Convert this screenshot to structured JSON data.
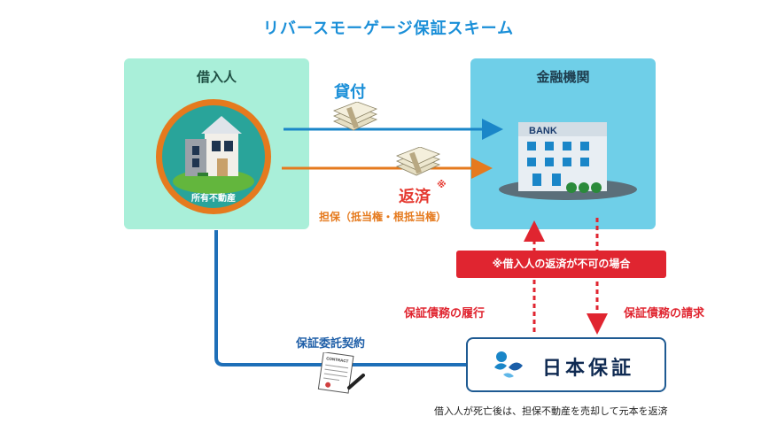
{
  "title": "リバースモーゲージ保証スキーム",
  "borrower": {
    "title": "借入人",
    "property_label": "所有不動産"
  },
  "bank": {
    "title": "金融機関",
    "sign": "BANK"
  },
  "flows": {
    "loan_label": "貸付",
    "repay_label": "返済",
    "repay_note_mark": "※",
    "collateral_label": "担保（抵当権・根抵当権）",
    "condition_banner": "※借入人の返済が不可の場合",
    "perform_label": "保証債務の履行",
    "claim_label": "保証債務の請求",
    "contract_label": "保証委託契約",
    "contract_doc_text": "CONTRACT"
  },
  "guarantor": {
    "name": "日本保証"
  },
  "footnote": "借入人が死亡後は、担保不動産を売却して元本を返済",
  "colors": {
    "blue_arrow": "#1a86c8",
    "orange_arrow": "#e57a1e",
    "red": "#e02530",
    "borrower_bg": "#a9efd9",
    "bank_bg": "#6fcfe8",
    "contract_line": "#1e6fb8"
  }
}
